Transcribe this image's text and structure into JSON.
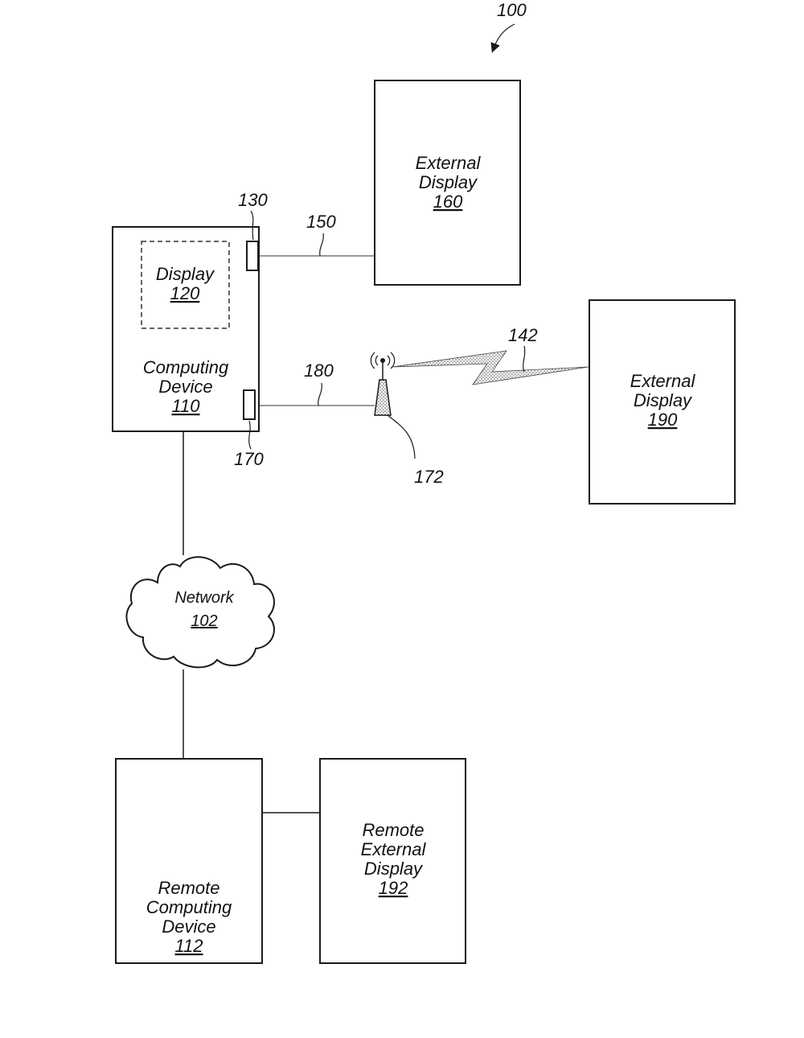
{
  "figure_ref": "100",
  "computing_device": {
    "line1": "Computing",
    "line2": "Device",
    "ref": "110"
  },
  "display": {
    "line1": "Display",
    "ref": "120"
  },
  "port_upper": {
    "ref": "130"
  },
  "port_lower": {
    "ref": "170"
  },
  "link_upper": {
    "ref": "150"
  },
  "link_lower": {
    "ref": "180"
  },
  "wireless_link": {
    "ref": "142"
  },
  "antenna": {
    "ref": "172"
  },
  "external_display_1": {
    "line1": "External",
    "line2": "Display",
    "ref": "160"
  },
  "external_display_2": {
    "line1": "External",
    "line2": "Display",
    "ref": "190"
  },
  "network": {
    "line1": "Network",
    "ref": "102"
  },
  "remote_computing_device": {
    "line1": "Remote",
    "line2": "Computing",
    "line3": "Device",
    "ref": "112"
  },
  "remote_external_display": {
    "line1": "Remote",
    "line2": "External",
    "line3": "Display",
    "ref": "192"
  }
}
